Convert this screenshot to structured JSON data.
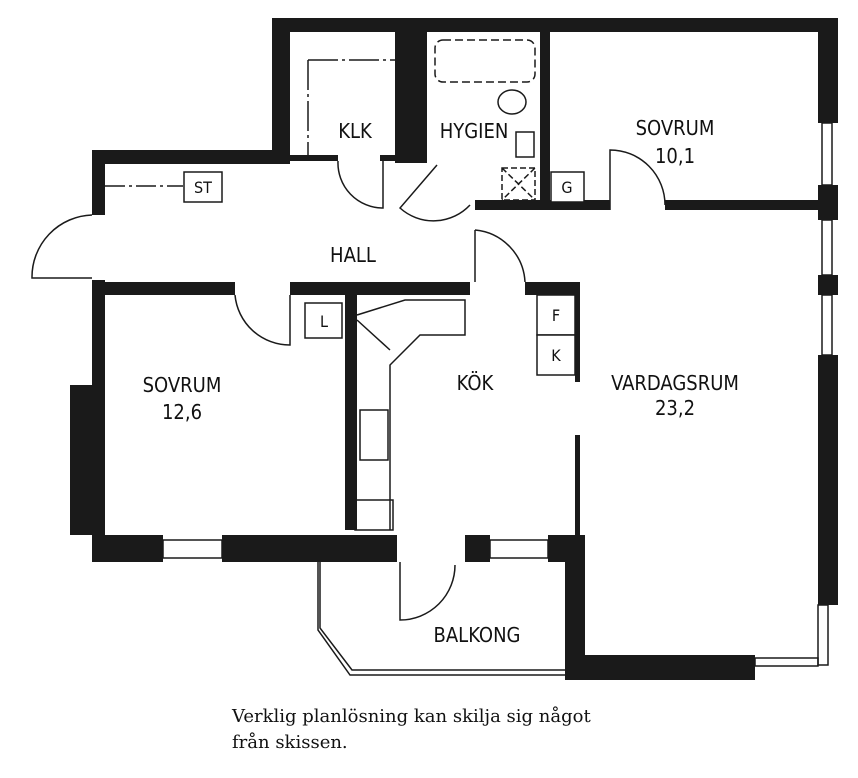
{
  "rooms": {
    "klk": "KLK",
    "hygien": "HYGIEN",
    "sovrum1": {
      "name": "SOVRUM",
      "area": "10,1"
    },
    "hall": "HALL",
    "sovrum2": {
      "name": "SOVRUM",
      "area": "12,6"
    },
    "kok": "KÖK",
    "vardagsrum": {
      "name": "VARDAGSRUM",
      "area": "23,2"
    },
    "balkong": "BALKONG"
  },
  "fixtures": {
    "st": "ST",
    "g": "G",
    "l": "L",
    "f": "F",
    "k": "K"
  },
  "caption": {
    "line1": "Verklig planlösning kan skilja sig något",
    "line2": "från skissen."
  }
}
